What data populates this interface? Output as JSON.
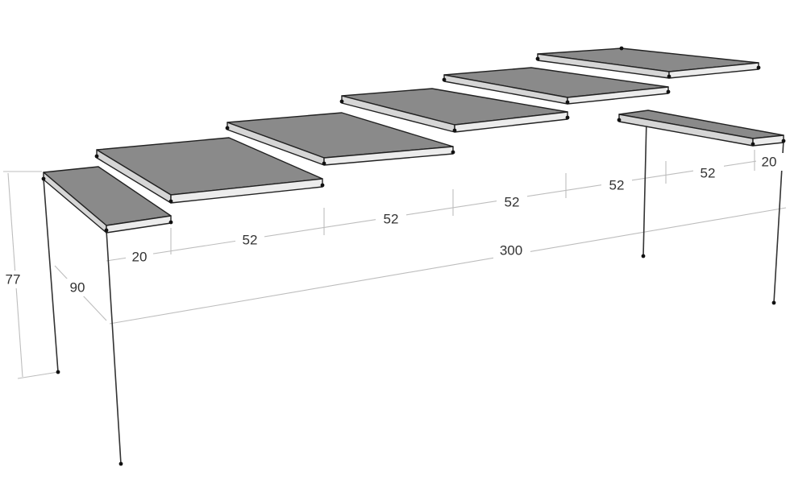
{
  "diagram": {
    "dimensions": {
      "height": "77",
      "depth": "90",
      "end_left": "20",
      "leaf_1": "52",
      "leaf_2": "52",
      "leaf_3": "52",
      "leaf_4": "52",
      "leaf_5": "52",
      "end_right": "20",
      "total_length": "300"
    }
  }
}
